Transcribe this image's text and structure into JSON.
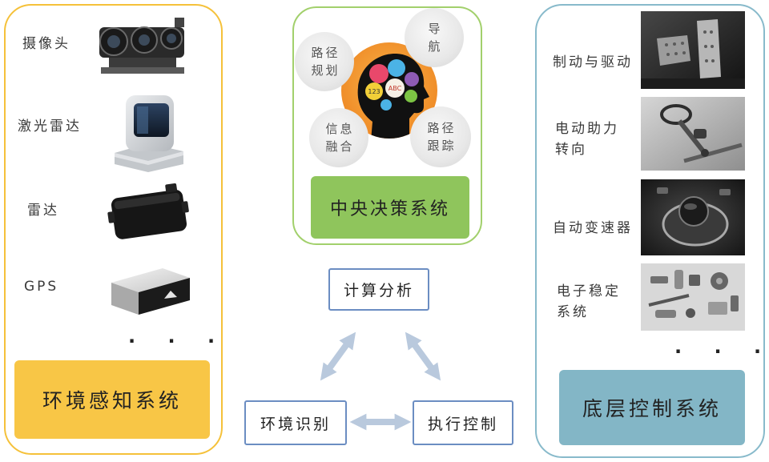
{
  "perception": {
    "title": "环境感知系统",
    "items": [
      {
        "label": "摄像头",
        "image": "stereo-camera"
      },
      {
        "label": "激光雷达",
        "image": "lidar-sensor"
      },
      {
        "label": "雷达",
        "image": "radar-unit"
      },
      {
        "label": "GPS",
        "image": "gps-receiver"
      }
    ],
    "more": "· · ·"
  },
  "decision": {
    "title": "中央决策系统",
    "functions": [
      {
        "lines": [
          "路径",
          "规划"
        ]
      },
      {
        "lines": [
          "导",
          "航"
        ]
      },
      {
        "lines": [
          "信息",
          "融合"
        ]
      },
      {
        "lines": [
          "路径",
          "跟踪"
        ]
      }
    ],
    "brain_image": "head-with-colorful-brain",
    "brain_labels": [
      "123",
      "ABC"
    ]
  },
  "cycle": {
    "analysis": "计算分析",
    "recognition": "环境识别",
    "execution": "执行控制"
  },
  "control": {
    "title": "底层控制系统",
    "items": [
      {
        "lines": [
          "制动与驱动"
        ],
        "image": "pedals"
      },
      {
        "lines": [
          "电动助力",
          "转向"
        ],
        "image": "electric-power-steering"
      },
      {
        "lines": [
          "自动变速器"
        ],
        "image": "gear-shifter"
      },
      {
        "lines": [
          "电子稳定",
          "系统"
        ],
        "image": "stability-control-parts"
      }
    ],
    "more": "· · ·"
  },
  "colors": {
    "perception": "#f8c646",
    "decision": "#8fc55c",
    "control": "#83b6c6",
    "node_border": "#6b8dc2",
    "arrow": "#b9c9dd",
    "brain_circle": "#f39a33"
  }
}
